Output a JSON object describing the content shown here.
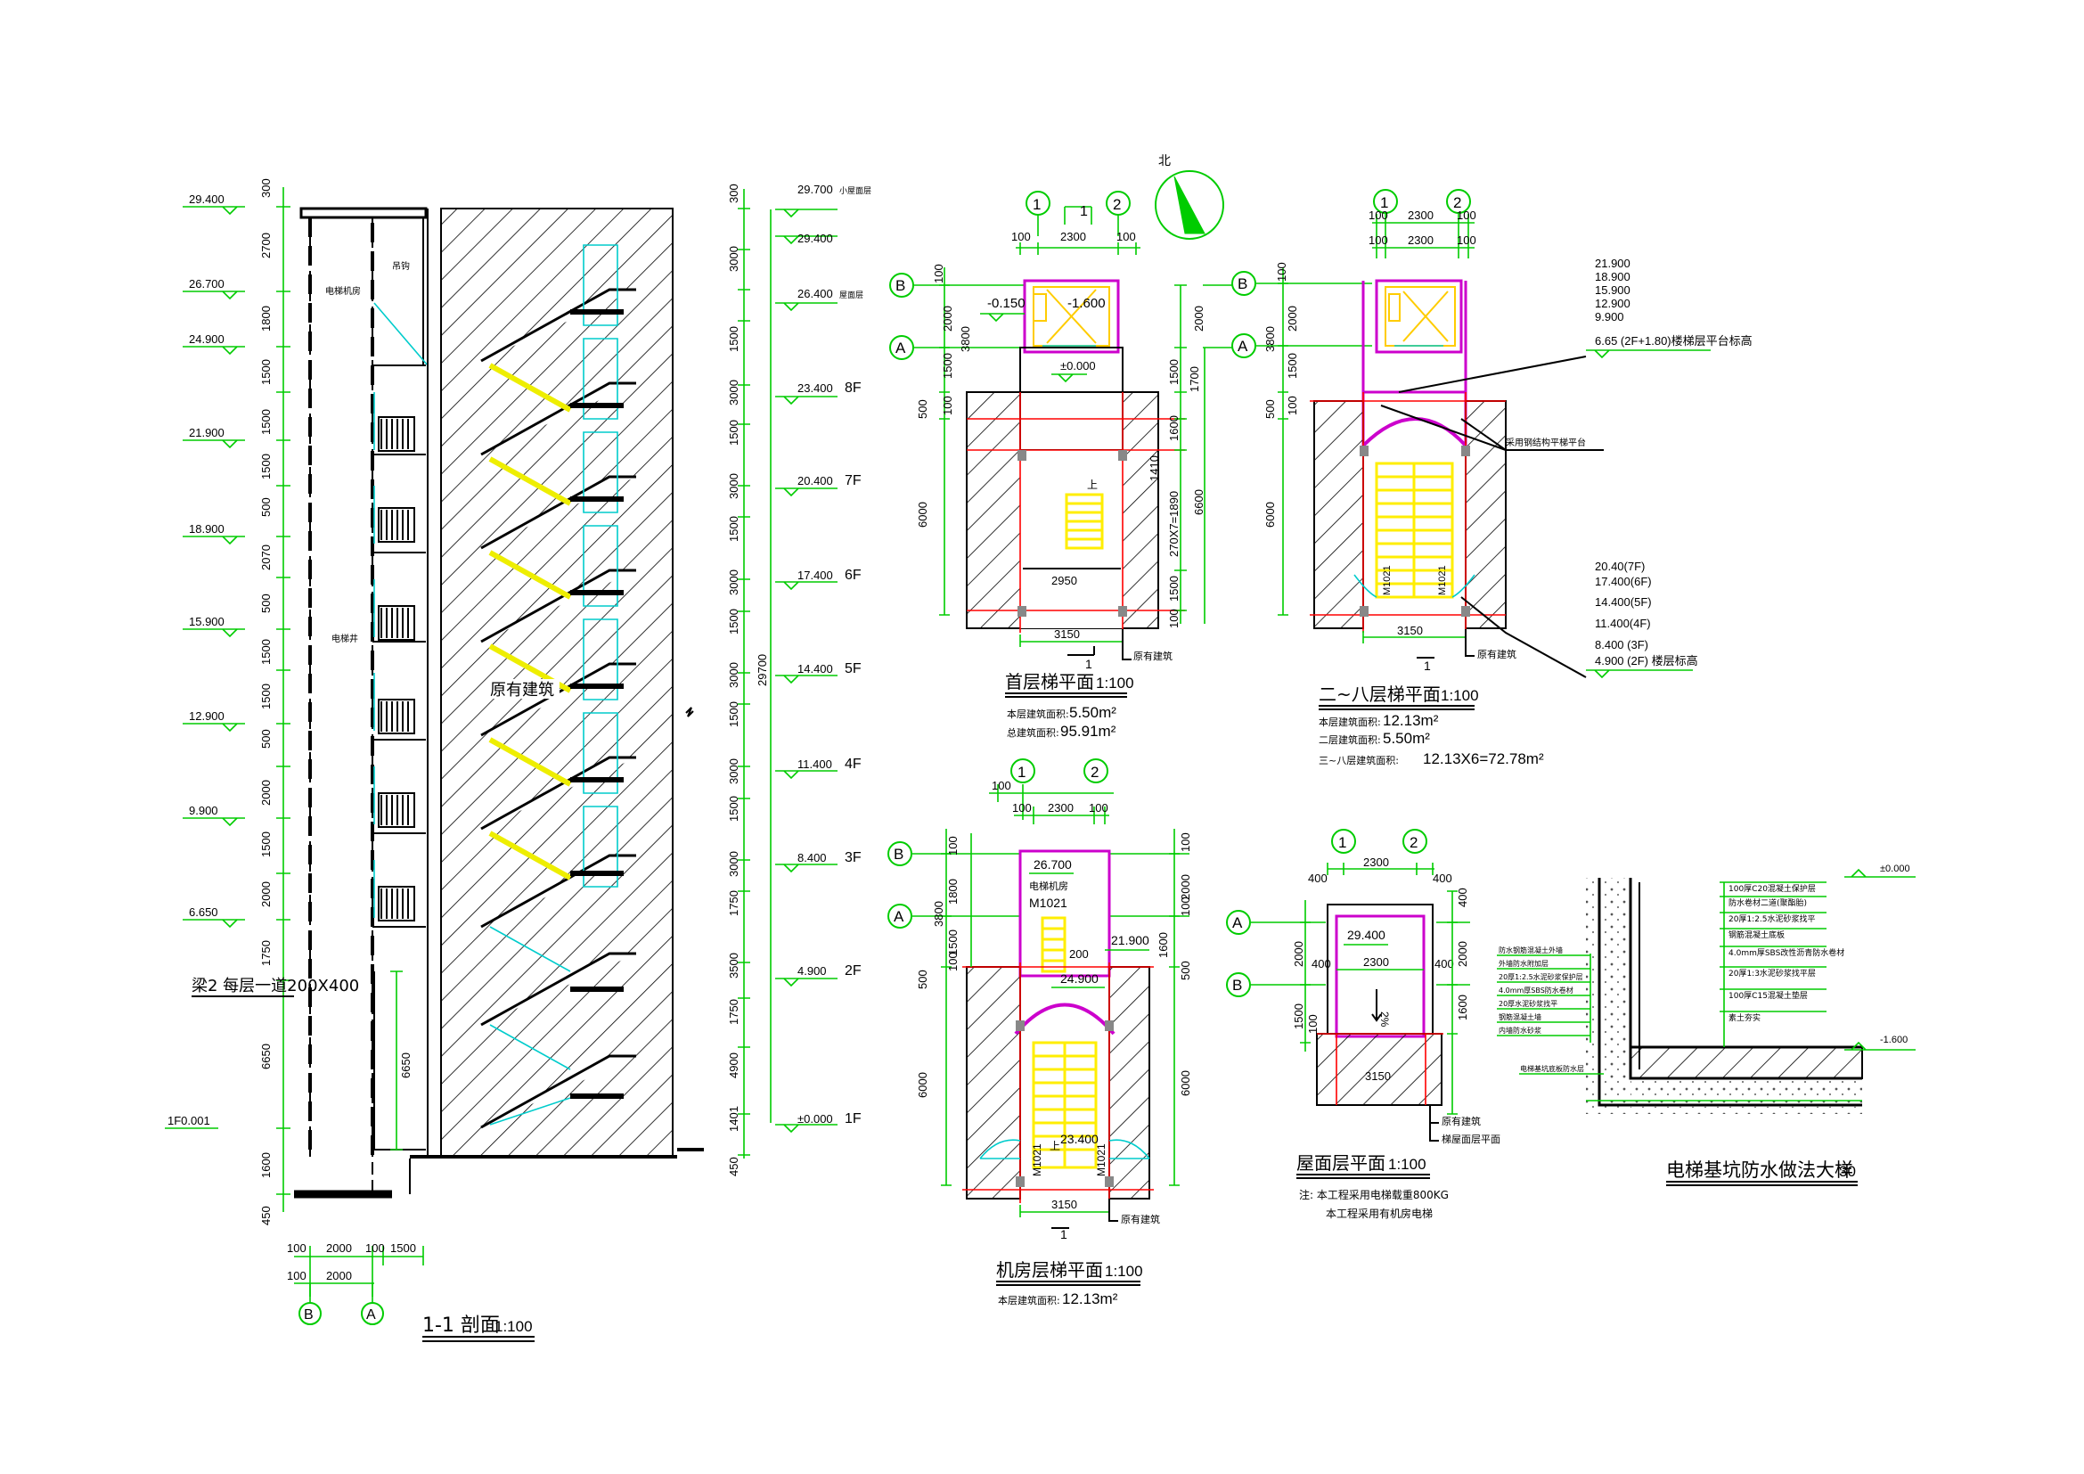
{
  "titles": {
    "section": "1-1 剖面",
    "section_scale": "1:100",
    "ground_plan": "首层梯平面",
    "ground_scale": "1:100",
    "typical_plan": "二~八层梯平面",
    "typical_scale": "1:100",
    "machine_plan": "机房层梯平面",
    "machine_scale": "1:100",
    "roof_plan": "屋面层平面",
    "roof_scale": "1:100",
    "pit_detail": "电梯基坑防水做法大样",
    "pit_scale": "30"
  },
  "north_label": "北",
  "section": {
    "left_levels": [
      "29.400",
      "26.700",
      "24.900",
      "21.900",
      "18.900",
      "15.900",
      "12.900",
      "9.900",
      "6.650",
      "1F0.001"
    ],
    "left_dims": [
      "300",
      "2700",
      "1800",
      "1500",
      "1500",
      "1500",
      "500",
      "2070",
      "500",
      "1500",
      "1500",
      "500",
      "2000",
      "1500",
      "2000",
      "1750",
      "6650",
      "1600",
      "450"
    ],
    "right_levels": [
      "29.700",
      "29.400",
      "26.400",
      "23.400",
      "20.400",
      "17.400",
      "14.400",
      "11.400",
      "8.400",
      "4.900",
      "±0.000"
    ],
    "right_floors": [
      "小屋面层",
      "屋面层",
      "8F",
      "7F",
      "6F",
      "5F",
      "4F",
      "3F",
      "2F",
      "1F"
    ],
    "right_dims": [
      "300",
      "3000",
      "1500",
      "3000",
      "1500",
      "3000",
      "1500",
      "3000",
      "1500",
      "3000",
      "1500",
      "3000",
      "1500",
      "3000",
      "1750",
      "3500",
      "1750",
      "4900",
      "1401",
      "450"
    ],
    "total": "29700",
    "beam_note": "梁2 每层一道200X400",
    "inner_dim": "6650",
    "bottom_dims": [
      "100",
      "2000",
      "100",
      "1500"
    ],
    "bottom_dims2": [
      "100",
      "2000"
    ],
    "axis_b": "B",
    "axis_a": "A",
    "shaft_label": "电梯井",
    "machine_label": "电梯机房",
    "hook_label": "吊钩",
    "existing_label": "原有建筑"
  },
  "ground": {
    "axes": [
      "1",
      "2",
      "B",
      "A"
    ],
    "top_dims": [
      "100",
      "2300",
      "100"
    ],
    "level1": "-0.150",
    "level2": "-1.600",
    "level3": "±0.000",
    "right_dims": [
      "2000",
      "1500",
      "1700",
      "1600",
      "270X7=1890",
      "1410",
      "6600",
      "1500",
      "100"
    ],
    "left_dims": [
      "100",
      "3800",
      "2000",
      "1500",
      "100",
      "500",
      "6000"
    ],
    "inner_dim": "2950",
    "bottom_dim": "3150",
    "cut_mark": "1",
    "up_mark": "上",
    "existing": "原有建筑",
    "area1_label": "本层建筑面积:",
    "area1_value": "5.50m²",
    "area2_label": "总建筑面积:",
    "area2_value": "95.91m²"
  },
  "typical": {
    "axes": [
      "1",
      "2",
      "B",
      "A"
    ],
    "top_dims": [
      "100",
      "2300",
      "100"
    ],
    "left_dims": [
      "100",
      "3800",
      "2000",
      "1500",
      "100",
      "500",
      "6000"
    ],
    "levels_top": [
      "21.900",
      "18.900",
      "15.900",
      "12.900",
      "9.900"
    ],
    "level_note": "6.65 (2F+1.80)楼梯层平台标高",
    "steel_note": "采用钢结构平梯平台",
    "levels_bottom": [
      "20.40(7F)",
      "17.400(6F)",
      "14.400(5F)",
      "11.400(4F)",
      "8.400 (3F)",
      "4.900 (2F) 楼层标高"
    ],
    "door": "M1021",
    "bottom_dim": "3150",
    "cut_mark": "1",
    "existing": "原有建筑",
    "area1_label": "本层建筑面积:",
    "area1_value": "12.13m²",
    "area2_label": "二层建筑面积:",
    "area2_value": "5.50m²",
    "area3_label": "三~八层建筑面积:",
    "area3_value": "12.13X6=72.78m²"
  },
  "machine": {
    "axes": [
      "1",
      "2",
      "B",
      "A"
    ],
    "top_dims": [
      "100",
      "100",
      "2300",
      "100"
    ],
    "left_dims": [
      "100",
      "3800",
      "1800",
      "1500",
      "100",
      "500",
      "6000"
    ],
    "right_dims": [
      "100",
      "2000",
      "100",
      "1600",
      "500",
      "6000"
    ],
    "level1": "26.700",
    "room": "电梯机房",
    "door": "M1021",
    "dim200": "200",
    "level2": "21.900",
    "level3": "24.900",
    "level4": "23.400",
    "door2": "M1021",
    "door3": "M1021",
    "up_mark": "上",
    "bottom_dim": "3150",
    "cut_mark": "1",
    "existing": "原有建筑",
    "area_label": "本层建筑面积:",
    "area_value": "12.13m²"
  },
  "roof": {
    "axes": [
      "1",
      "2",
      "A",
      "B"
    ],
    "top_dims": [
      "400",
      "2300",
      "400"
    ],
    "level": "29.400",
    "inner_dim": "2300",
    "slope": "2%",
    "side_dims": [
      "400",
      "400"
    ],
    "right_dims": [
      "400",
      "2000",
      "1600"
    ],
    "left_dims": [
      "2000",
      "1500",
      "100"
    ],
    "bottom_dim": "3150",
    "existing": "原有建筑",
    "existing2": "梯屋面层平面",
    "note1": "注: 本工程采用电梯载重800KG",
    "note2": "本工程采用有机房电梯"
  },
  "pit": {
    "top_level": "±0.000",
    "bottom_level": "-1.600",
    "layers": [
      "100厚C20混凝土保护层",
      "防水卷材二道(聚酯胎)",
      "20厚1:2.5水泥砂浆找平",
      "钢筋混凝土底板",
      "4.0mm厚SBS改性沥青防水卷材",
      "20厚1:3水泥砂浆找平层",
      "100厚C15混凝土垫层",
      "素土夯实"
    ],
    "left_notes": [
      "防水钢筋混凝土外墙",
      "外墙防水附加层",
      "20厚1:2.5水泥砂浆保护层",
      "4.0mm厚SBS防水卷材",
      "20厚水泥砂浆找平",
      "钢筋混凝土墙",
      "内墙防水砂浆"
    ],
    "bottom_note": "电梯基坑底板防水层"
  }
}
